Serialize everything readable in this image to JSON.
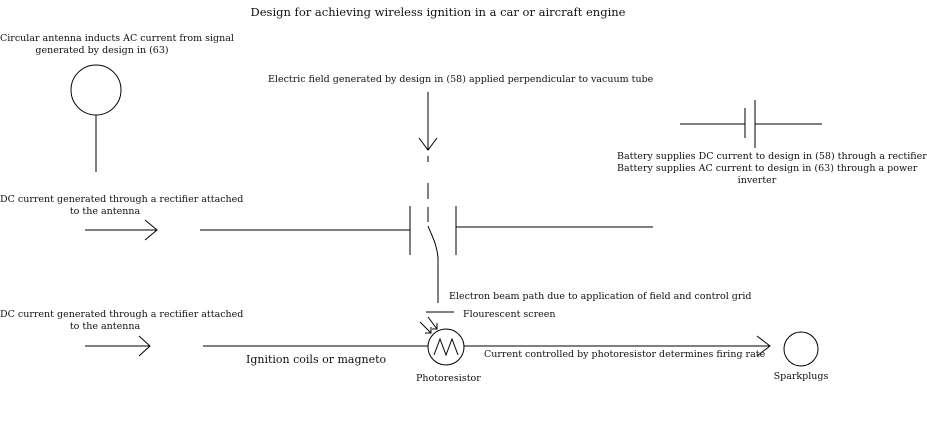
{
  "title": "Design for achieving wireless ignition in a car or aircraft engine",
  "labels": {
    "antenna_line1": "Circular antenna inducts AC current from signal",
    "antenna_line2": "generated by design in (63)",
    "electric_field": "Electric field generated by design in (58) applied perpendicular to  vacuum tube",
    "battery_line1": "Battery supplies DC current to design in (58) through a rectifier",
    "battery_line2": "Battery supplies AC current to design in (63) through a power",
    "battery_line3": "inverter",
    "dc_top_line1": "DC current generated through a rectifier attached",
    "dc_top_line2": "to the antenna",
    "dc_bottom_line1": "DC current generated through a rectifier attached",
    "dc_bottom_line2": "to the antenna",
    "electron_beam": "Electron beam path due to application of field and control grid",
    "screen": "Flourescent screen",
    "ignition": "Ignition coils or magneto",
    "photoresistor": "Photoresistor",
    "current_control": "Current controlled by photoresistor determines firing rate",
    "sparkplugs": "Sparkplugs"
  }
}
